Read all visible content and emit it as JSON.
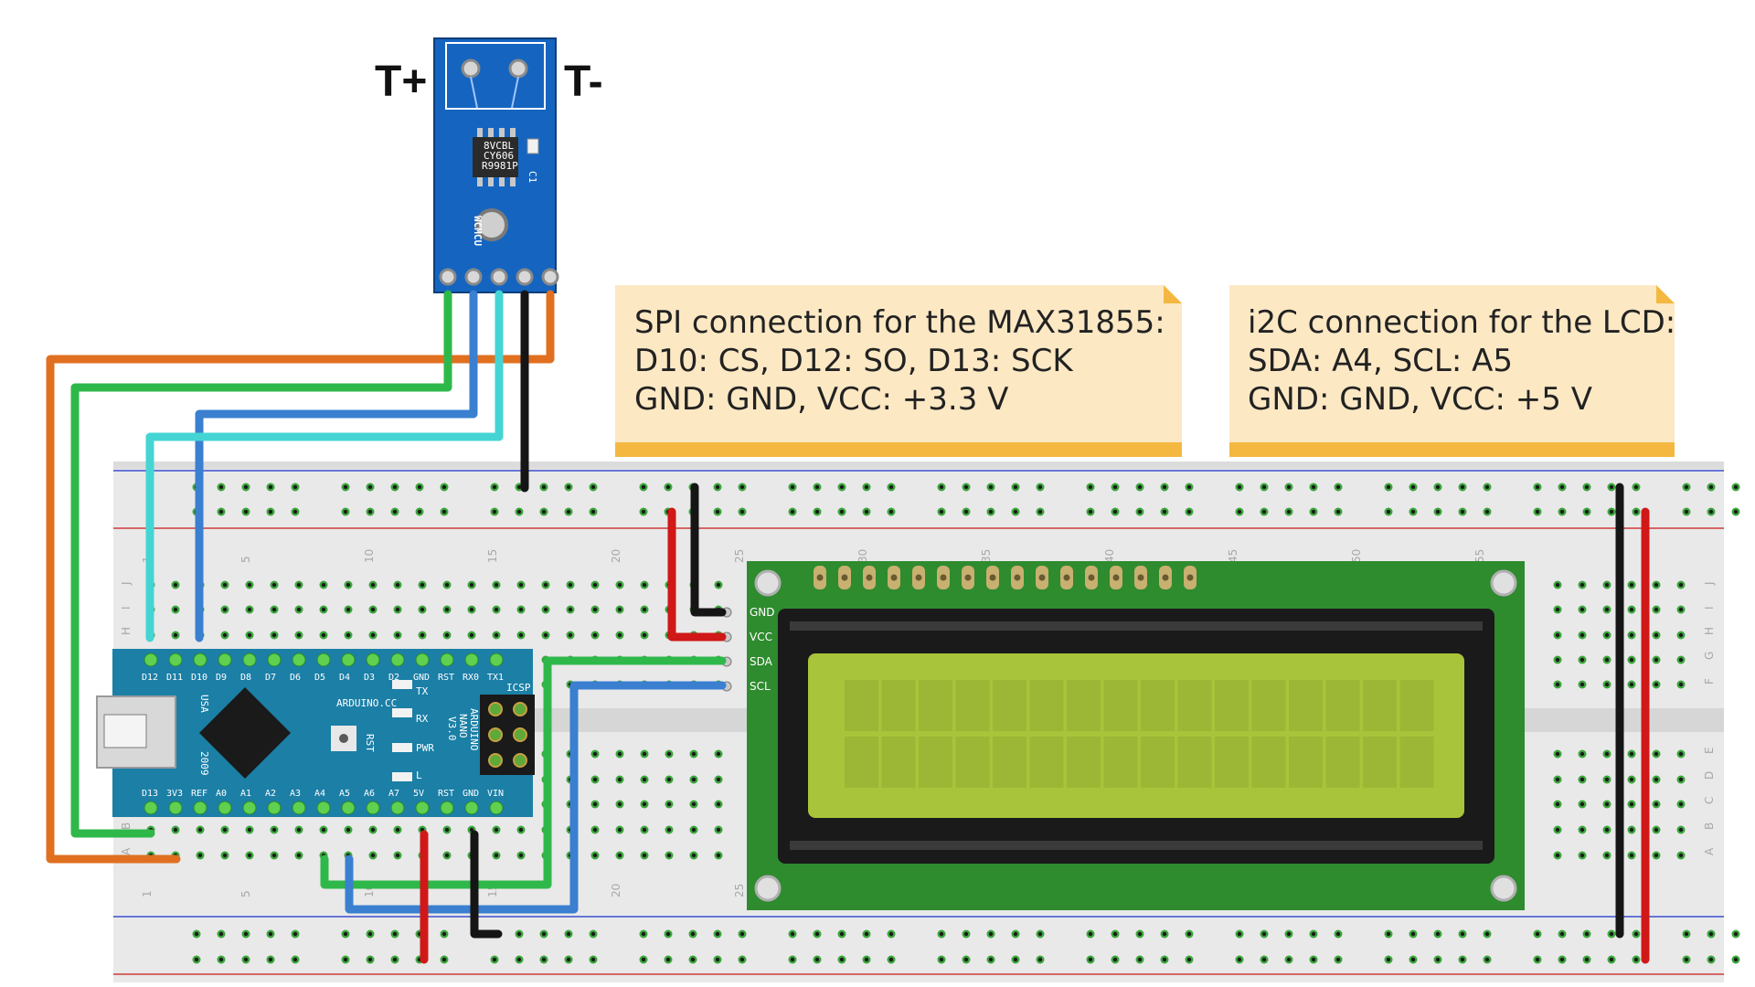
{
  "thermocouple": {
    "label_plus": "T+",
    "label_minus": "T-",
    "module_brand": "WCMCU",
    "chip_text": [
      "8VCBL",
      "CY606",
      "R9981P"
    ],
    "cap_label": "C1"
  },
  "notes": {
    "spi": {
      "line1": "SPI connection for the MAX31855:",
      "line2": "D10: CS, D12: SO, D13: SCK",
      "line3": "GND: GND, VCC: +3.3 V"
    },
    "i2c": {
      "line1": "i2C connection for the LCD:",
      "line2": "SDA: A4, SCL: A5",
      "line3": "GND: GND, VCC: +5 V"
    }
  },
  "lcd": {
    "pins": [
      "GND",
      "VCC",
      "SDA",
      "SCL"
    ],
    "screen_color": "#a8c43a",
    "pcb_color": "#2e8b2e"
  },
  "arduino": {
    "top_pins": [
      "D12",
      "D11",
      "D10",
      "D9",
      "D8",
      "D7",
      "D6",
      "D5",
      "D4",
      "D3",
      "D2",
      "GND",
      "RST",
      "RX0",
      "TX1"
    ],
    "bottom_pins": [
      "D13",
      "3V3",
      "REF",
      "A0",
      "A1",
      "A2",
      "A3",
      "A4",
      "A5",
      "A6",
      "A7",
      "5V",
      "RST",
      "GND",
      "VIN"
    ],
    "board_name": [
      "ARDUINO",
      "NANO",
      "V3.0"
    ],
    "site": "ARDUINO.CC",
    "usa": "USA",
    "year": "2009",
    "icsp": "ICSP",
    "led_labels": [
      "TX",
      "RX",
      "PWR",
      "L"
    ],
    "rst": "RST",
    "color": "#1b7fa6"
  },
  "breadboard": {
    "column_numbers": [
      "1",
      "5",
      "10",
      "15",
      "20",
      "25",
      "30",
      "35",
      "40",
      "45",
      "50",
      "55"
    ],
    "row_letters_top": [
      "J",
      "I",
      "H",
      "G",
      "F"
    ],
    "row_letters_bottom": [
      "E",
      "D",
      "C",
      "B",
      "A"
    ]
  },
  "wire_colors": {
    "orange": "#e07020",
    "green": "#2fb84a",
    "blue": "#3a7fd0",
    "cyan": "#45d4d4",
    "black": "#151515",
    "red": "#d01818"
  }
}
